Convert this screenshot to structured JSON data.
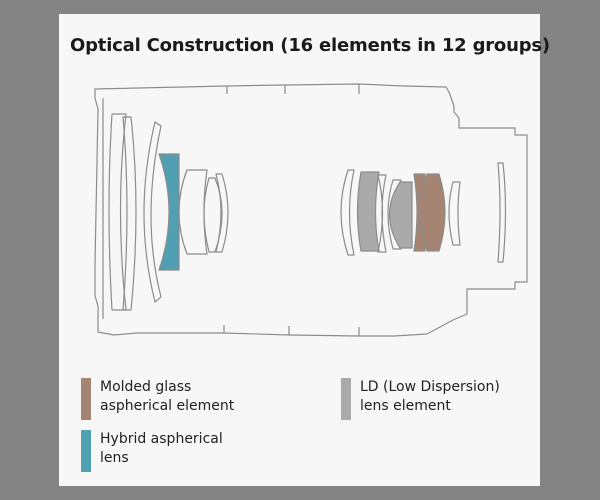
{
  "title": "Optical Construction (16 elements in 12 groups)",
  "colors": {
    "molded_glass": "#a58472",
    "hybrid": "#519fb2",
    "ld": "#aaaaaa",
    "outline": "#8c8c8c",
    "background": "#f7f7f7"
  },
  "legend": [
    {
      "key": "molded_glass",
      "lines": [
        "Molded glass",
        "aspherical element"
      ]
    },
    {
      "key": "hybrid",
      "lines": [
        "Hybrid aspherical",
        "lens"
      ]
    },
    {
      "key": "ld",
      "lines": [
        "LD (Low Dispersion)",
        "lens element"
      ]
    }
  ]
}
